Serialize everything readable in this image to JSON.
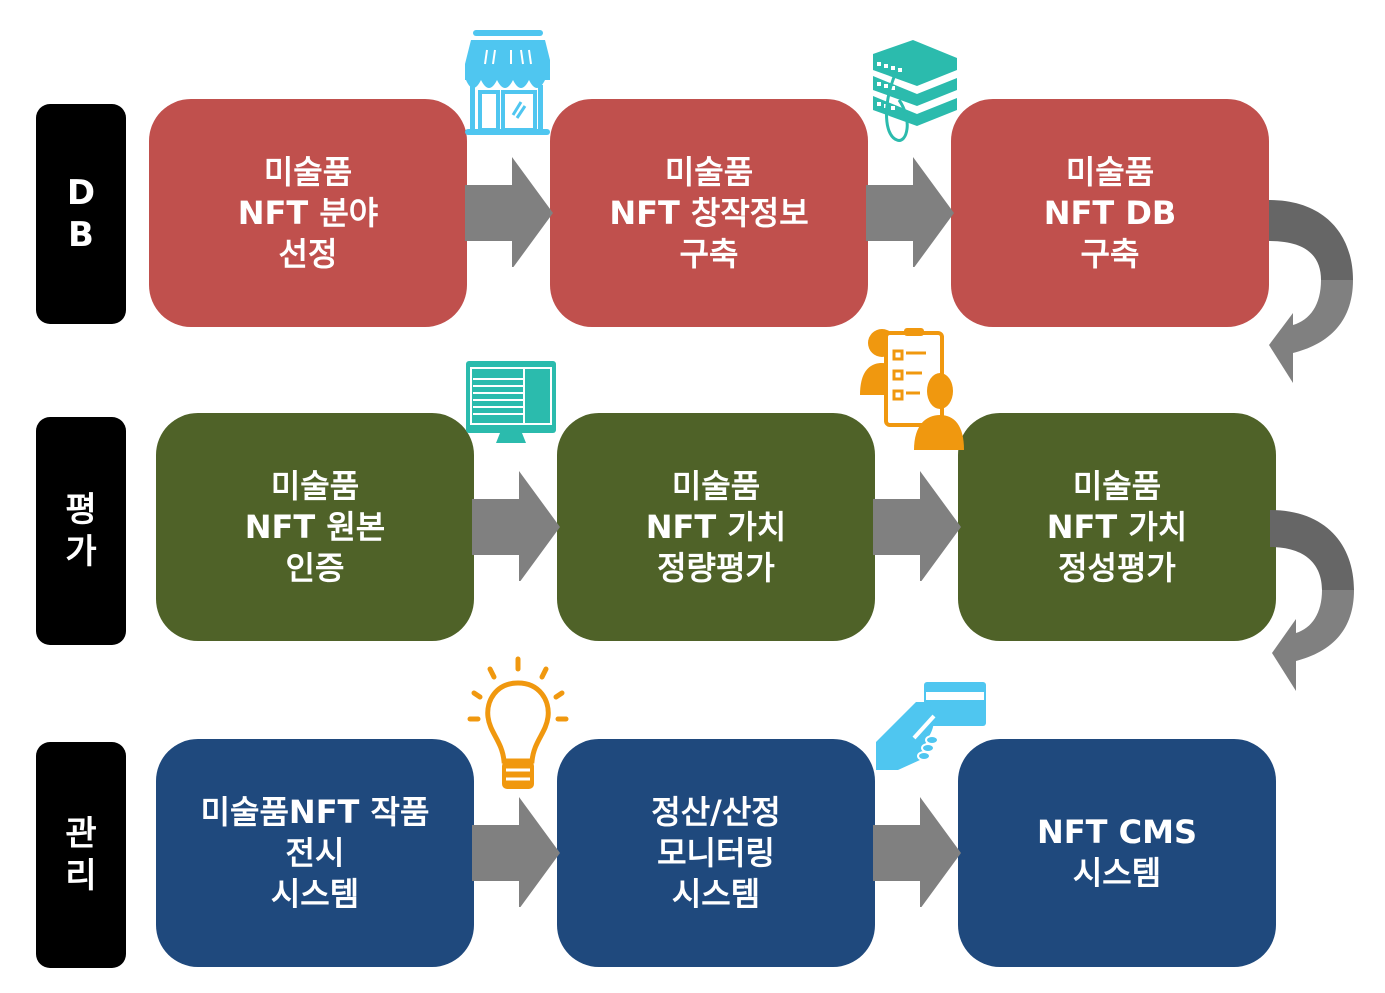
{
  "rows": [
    {
      "label": [
        "D",
        "B"
      ],
      "color": "#c0504d",
      "boxes": [
        {
          "lines": [
            "미술품",
            "NFT 분야",
            "선정"
          ]
        },
        {
          "lines": [
            "미술품",
            "NFT 창작정보",
            "구축"
          ]
        },
        {
          "lines": [
            "미술품",
            "NFT DB",
            "구축"
          ]
        }
      ],
      "icons": [
        "store-icon",
        "server-stack-icon"
      ]
    },
    {
      "label": [
        "평",
        "가"
      ],
      "color": "#4f6228",
      "boxes": [
        {
          "lines": [
            "미술품",
            "NFT 원본",
            "인증"
          ]
        },
        {
          "lines": [
            "미술품",
            "NFT 가치",
            "정량평가"
          ]
        },
        {
          "lines": [
            "미술품",
            "NFT 가치",
            "정성평가"
          ]
        }
      ],
      "icons": [
        "monitor-icon",
        "checklist-users-icon"
      ]
    },
    {
      "label": [
        "관",
        "리"
      ],
      "color": "#1f497d",
      "boxes": [
        {
          "lines": [
            "미술품NFT 작품",
            "전시",
            "시스템"
          ]
        },
        {
          "lines": [
            "정산/산정",
            "모니터링",
            "시스템"
          ]
        },
        {
          "lines": [
            "NFT CMS",
            "시스템"
          ]
        }
      ],
      "icons": [
        "lightbulb-icon",
        "card-payment-icon"
      ]
    }
  ],
  "colors": {
    "arrow": "#808080",
    "arrow_dark": "#666666",
    "icon_cyan": "#4fc6f0",
    "icon_teal": "#2bbbad",
    "icon_orange": "#f0980f"
  }
}
